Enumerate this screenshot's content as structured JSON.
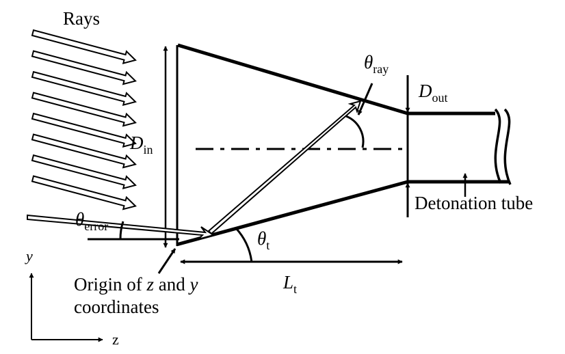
{
  "labels": {
    "rays": "Rays",
    "d_in_symbol": "D",
    "d_in_sub": "in",
    "d_out_symbol": "D",
    "d_out_sub": "out",
    "theta_ray_symbol": "θ",
    "theta_ray_sub": "ray",
    "theta_error_symbol": "θ",
    "theta_error_sub": "error",
    "theta_t_symbol": "θ",
    "theta_t_sub": "t",
    "l_t_symbol": "L",
    "l_t_sub": "t",
    "detonation_tube": "Detonation tube",
    "origin_line1_a": "Origin of ",
    "origin_line1_z": "z",
    "origin_line1_b": " and ",
    "origin_line1_y": "y",
    "origin_line2": "coordinates",
    "axis_y": "y",
    "axis_z": "z"
  }
}
